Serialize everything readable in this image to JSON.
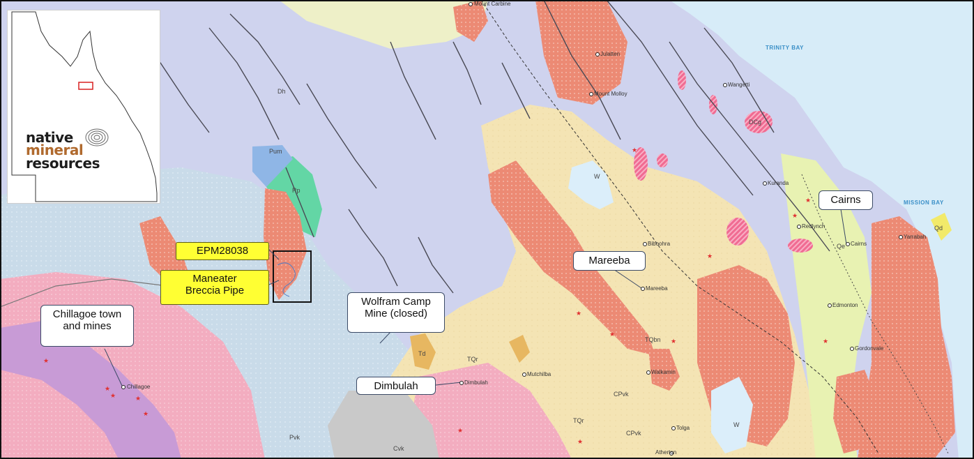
{
  "callouts": {
    "chillagoe": "Chillagoe town\nand mines",
    "epm": "EPM28038",
    "maneater": "Maneater\nBreccia Pipe",
    "wolfram": "Wolfram Camp\nMine (closed)",
    "dimbulah": "Dimbulah",
    "mareeba": "Mareeba",
    "cairns": "Cairns"
  },
  "logo": {
    "line1": "native",
    "line2": "mineral",
    "line3": "resources"
  },
  "towns": {
    "chillagoe": "Chillagoe",
    "dimbulah": "Dimbulah",
    "mareeba": "Mareeba",
    "cairns": "Cairns",
    "kuranda": "Kuranda",
    "redlynch": "Redlynch",
    "edmonton": "Edmonton",
    "gordonvale": "Gordonvale",
    "walkamin": "Walkamin",
    "atherton": "Atherton",
    "mount_molloy": "Mount Molloy",
    "julatten": "Julatten",
    "yarrabah": "Yarrabah",
    "biboohra": "Biboohra",
    "wangetti": "Wangetti",
    "tolga": "Tolga",
    "mutchilba": "Mutchilba",
    "mount_carbine": "Mount Carbine"
  },
  "water": {
    "trinity_bay": "TRINITY BAY",
    "mission_bay": "MISSION BAY"
  },
  "geology": {
    "dh": "Dh",
    "pum": "Pum",
    "rp": "Rp",
    "w1": "W",
    "w2": "W",
    "tqbn": "TQbn",
    "tqr1": "TQr",
    "tqr2": "TQr",
    "td": "Td",
    "cpvk1": "CPvk",
    "cpvk2": "CPvk",
    "pvk": "Pvk",
    "cvk": "Cvk",
    "dcg": "DCg",
    "qd": "Qd",
    "qe": "Qe"
  },
  "colors": {
    "ocean": "#d6ecf8",
    "lavender": "#cdd2ee",
    "lightblue_dotted": "#c5d8ea",
    "granite": "#ec8a74",
    "yellow": "#f4e7b8",
    "pink": "#f5b4c5",
    "purple": "#c89bd6",
    "green": "#63d6a5",
    "callout_yellow": "#ffff33"
  }
}
